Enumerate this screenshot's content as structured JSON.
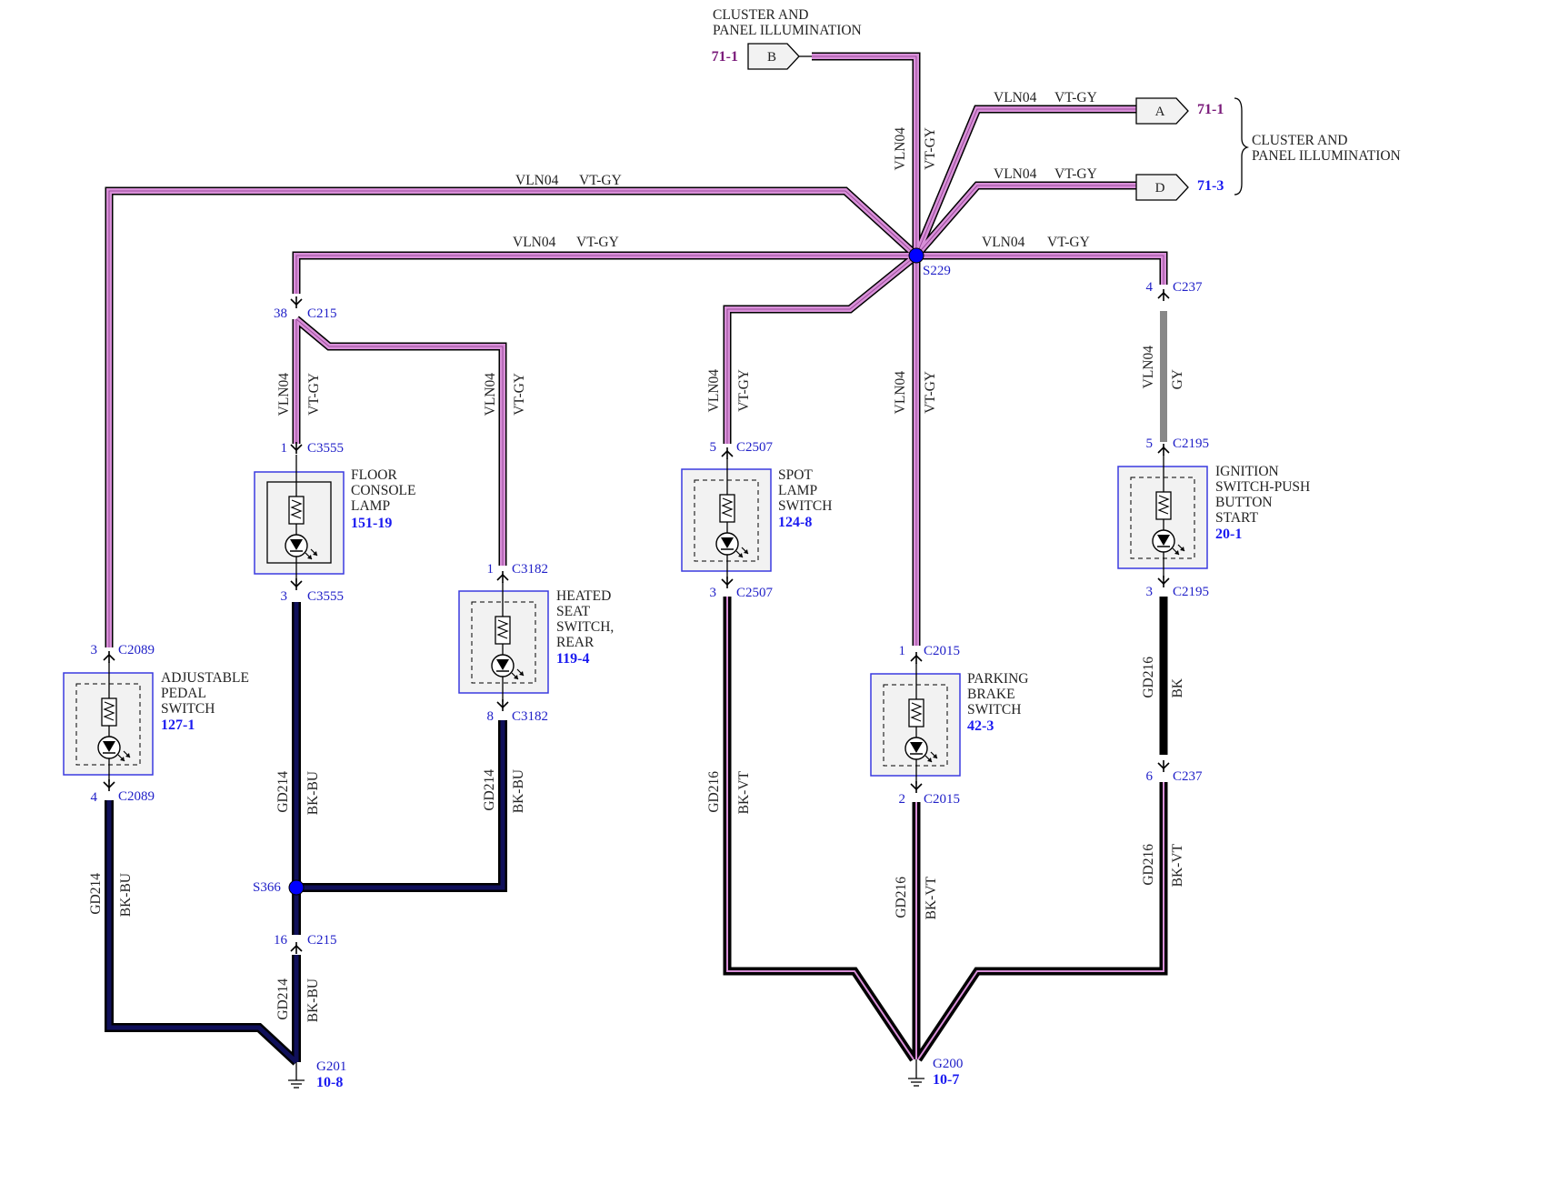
{
  "colors": {
    "vt_gy": "#d88fd8",
    "bk_bu": "#10105a",
    "gy": "#888888",
    "bk": "#000000",
    "splice": "#0000ff",
    "pin_text": "#2020c8",
    "ref_blue": "#1a1af0",
    "ref_purple": "#7a1a7a"
  },
  "circuit": "VLN04",
  "color_vt_gy": "VT-GY",
  "color_gy": "GY",
  "ground_circuit_214": "GD214",
  "ground_circuit_216": "GD216",
  "color_bk_bu": "BK-BU",
  "color_bk_vt": "BK-VT",
  "color_bk": "BK",
  "connectors": {
    "b": {
      "label": "B",
      "ref": "71-1",
      "title_line1": "CLUSTER AND",
      "title_line2": "PANEL ILLUMINATION"
    },
    "a": {
      "label": "A",
      "ref": "71-1"
    },
    "d": {
      "label": "D",
      "ref": "71-3"
    },
    "group_title_line1": "CLUSTER AND",
    "group_title_line2": "PANEL ILLUMINATION"
  },
  "splices": {
    "s229": "S229",
    "s366": "S366"
  },
  "pins": {
    "c215_38": {
      "num": "38",
      "name": "C215"
    },
    "c215_16": {
      "num": "16",
      "name": "C215"
    },
    "c3555_1": {
      "num": "1",
      "name": "C3555"
    },
    "c3555_3": {
      "num": "3",
      "name": "C3555"
    },
    "c3182_1": {
      "num": "1",
      "name": "C3182"
    },
    "c3182_8": {
      "num": "8",
      "name": "C3182"
    },
    "c2089_3": {
      "num": "3",
      "name": "C2089"
    },
    "c2089_4": {
      "num": "4",
      "name": "C2089"
    },
    "c2507_5": {
      "num": "5",
      "name": "C2507"
    },
    "c2507_3": {
      "num": "3",
      "name": "C2507"
    },
    "c2015_1": {
      "num": "1",
      "name": "C2015"
    },
    "c2015_2": {
      "num": "2",
      "name": "C2015"
    },
    "c237_4": {
      "num": "4",
      "name": "C237"
    },
    "c237_6": {
      "num": "6",
      "name": "C237"
    },
    "c2195_5": {
      "num": "5",
      "name": "C2195"
    },
    "c2195_3": {
      "num": "3",
      "name": "C2195"
    }
  },
  "components": {
    "floor_console": {
      "line1": "FLOOR",
      "line2": "CONSOLE",
      "line3": "LAMP",
      "ref": "151-19"
    },
    "heated_seat": {
      "line1": "HEATED",
      "line2": "SEAT",
      "line3": "SWITCH,",
      "line4": "REAR",
      "ref": "119-4"
    },
    "adjustable_pedal": {
      "line1": "ADJUSTABLE",
      "line2": "PEDAL",
      "line3": "SWITCH",
      "ref": "127-1"
    },
    "spot_lamp": {
      "line1": "SPOT",
      "line2": "LAMP",
      "line3": "SWITCH",
      "ref": "124-8"
    },
    "parking_brake": {
      "line1": "PARKING",
      "line2": "BRAKE",
      "line3": "SWITCH",
      "ref": "42-3"
    },
    "ignition": {
      "line1": "IGNITION",
      "line2": "SWITCH-PUSH",
      "line3": "BUTTON",
      "line4": "START",
      "ref": "20-1"
    }
  },
  "grounds": {
    "g201": {
      "name": "G201",
      "ref": "10-8"
    },
    "g200": {
      "name": "G200",
      "ref": "10-7"
    }
  }
}
